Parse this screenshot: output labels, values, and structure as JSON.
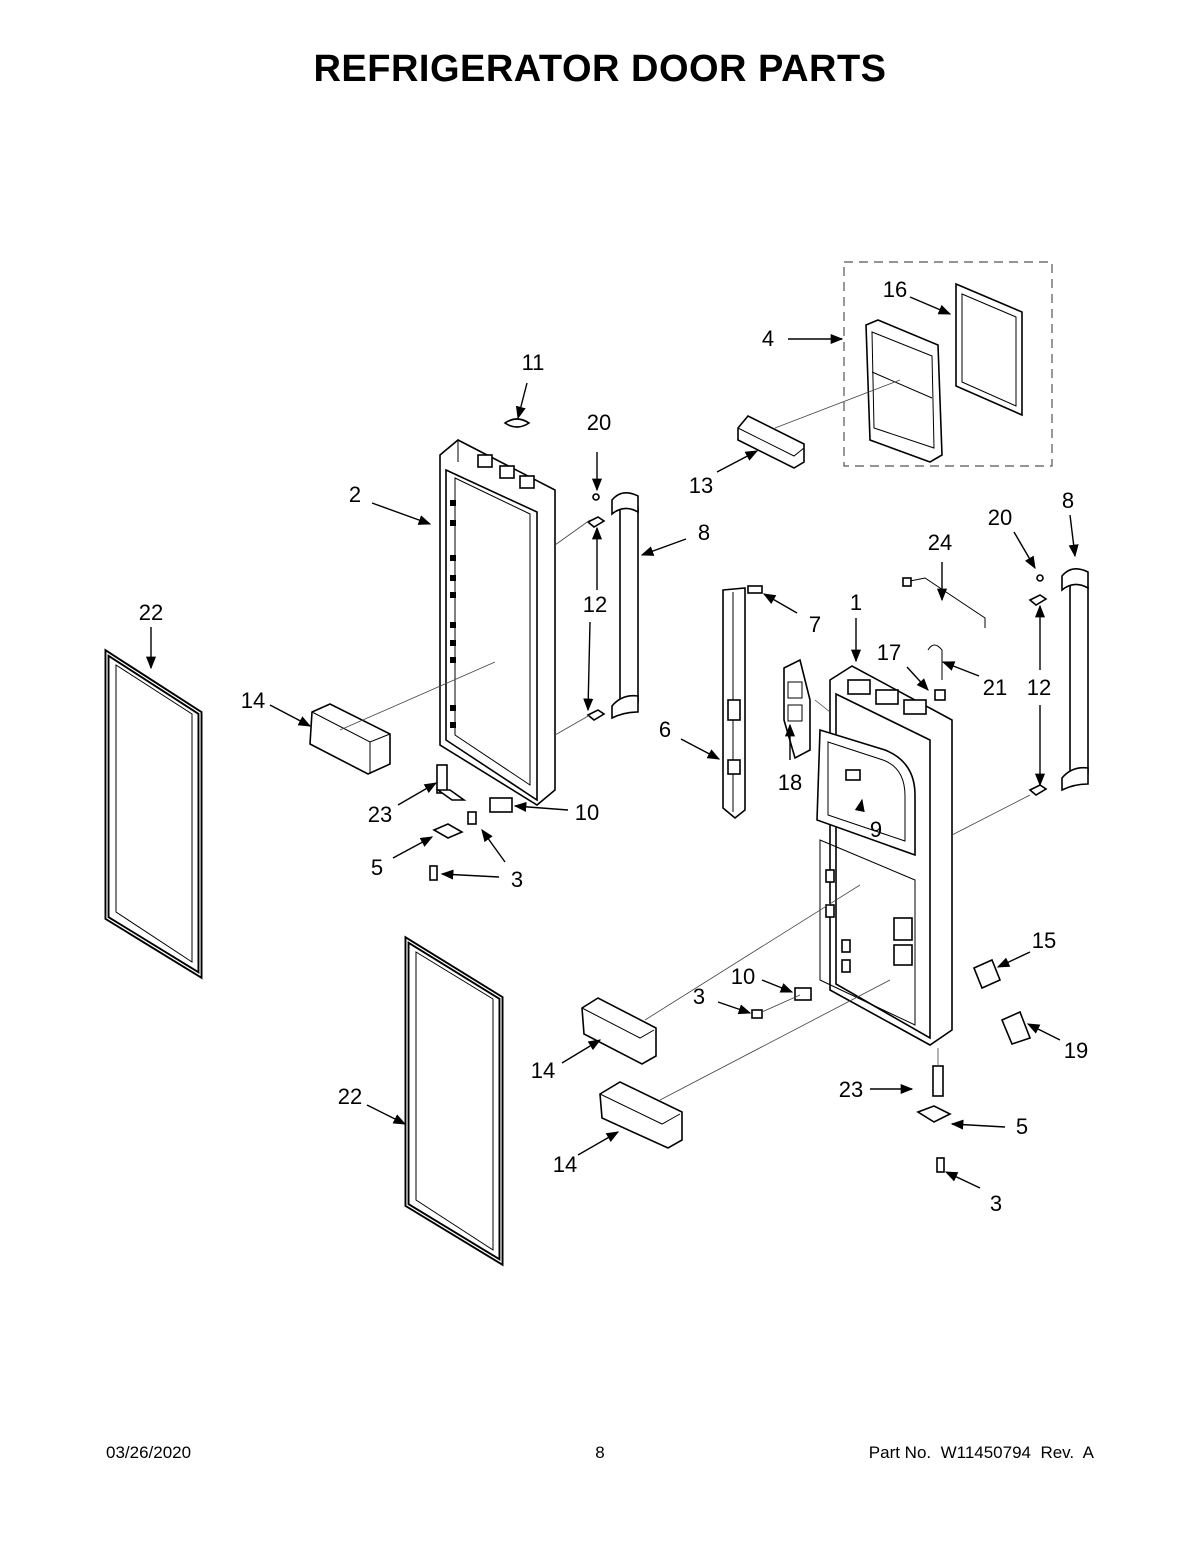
{
  "title": "REFRIGERATOR DOOR PARTS",
  "callouts": {
    "c1": "1",
    "c2": "2",
    "c3a": "3",
    "c3b": "3",
    "c3c": "3",
    "c4": "4",
    "c5a": "5",
    "c5b": "5",
    "c6": "6",
    "c7": "7",
    "c8a": "8",
    "c8b": "8",
    "c9": "9",
    "c10a": "10",
    "c10b": "10",
    "c11": "11",
    "c12a": "12",
    "c12b": "12",
    "c13": "13",
    "c14a": "14",
    "c14b": "14",
    "c14c": "14",
    "c15": "15",
    "c16": "16",
    "c17": "17",
    "c18": "18",
    "c19": "19",
    "c20a": "20",
    "c20b": "20",
    "c21": "21",
    "c22a": "22",
    "c22b": "22",
    "c23a": "23",
    "c23b": "23",
    "c24": "24"
  },
  "footer": {
    "date": "03/26/2020",
    "page": "8",
    "part_number": "Part No.  W11450794  Rev.  A"
  }
}
